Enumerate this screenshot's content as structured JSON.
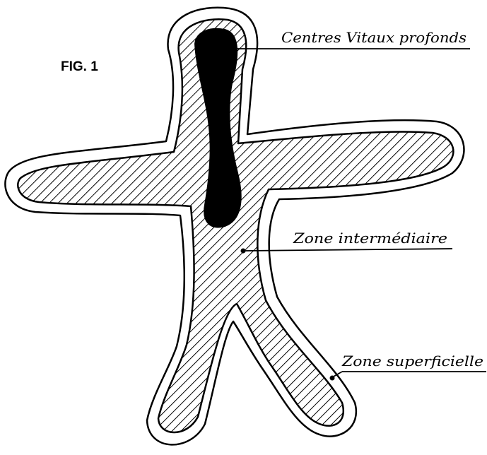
{
  "figure": {
    "title": "FIG. 1",
    "labels": {
      "deep": "Centres Vitaux profonds",
      "middle": "Zone intermédiaire",
      "outer": "Zone superficielle"
    }
  }
}
